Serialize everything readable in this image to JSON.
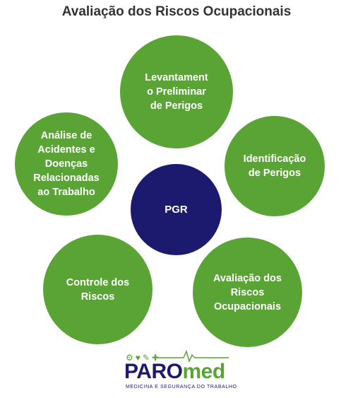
{
  "title": "Avaliação dos Riscos Ocupacionais",
  "center": {
    "label": "PGR"
  },
  "nodes": [
    {
      "id": "top",
      "label": "Levantament\no Preliminar\nde Perigos"
    },
    {
      "id": "right",
      "label": "Identificação\nde Perigos"
    },
    {
      "id": "bottom-right",
      "label": "Avaliação dos\nRiscos\nOcupacionais"
    },
    {
      "id": "bottom-left",
      "label": "Controle dos\nRiscos"
    },
    {
      "id": "left",
      "label": "Análise de\nAcidentes e\nDoenças\nRelacionadas\nao Trabalho"
    }
  ],
  "logo": {
    "part1": "PARO",
    "part2": "med",
    "tagline": "MEDICINA E SEGURANÇA DO TRABALHO",
    "icons": [
      "gear-icon",
      "heart-icon",
      "wrench-icon",
      "plus-icon"
    ]
  },
  "colors": {
    "green": "#5aa436",
    "navy": "#1c1a6e",
    "title": "#333333"
  }
}
